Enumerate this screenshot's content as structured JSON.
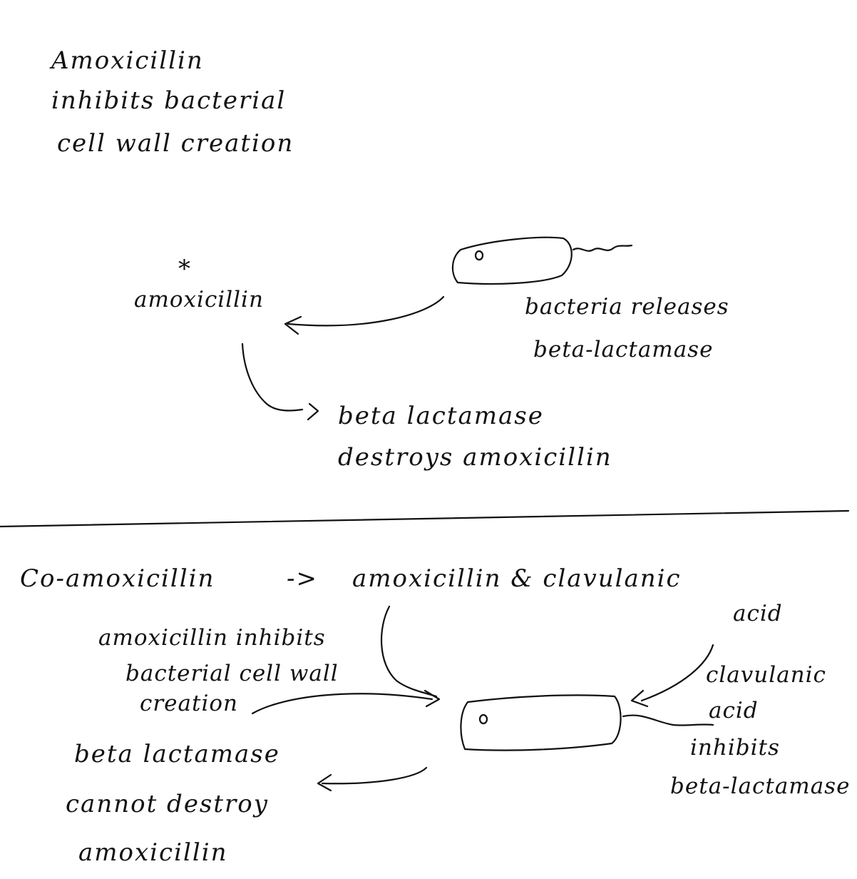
{
  "top": {
    "intro_lines": [
      "Amoxicillin",
      "inhibits bacterial",
      "cell wall creation"
    ],
    "asterisk": "*",
    "drug_label": "amoxicillin",
    "release_lines": [
      "bacteria releases",
      "beta-lactamase"
    ],
    "destroy_lines": [
      "beta lactamase",
      "destroys amoxicillin"
    ]
  },
  "bottom": {
    "combo_left": "Co-amoxicillin",
    "combo_arrow": "->",
    "combo_right": "amoxicillin & clavulanic",
    "combo_right_cont": "acid",
    "amox_action_lines": [
      "amoxicillin inhibits",
      "bacterial cell wall",
      "creation"
    ],
    "clav_action_lines": [
      "clavulanic",
      "acid",
      "inhibits",
      "beta-lactamase"
    ],
    "cannot_destroy_lines": [
      "beta lactamase",
      "cannot destroy",
      "amoxicillin"
    ]
  }
}
